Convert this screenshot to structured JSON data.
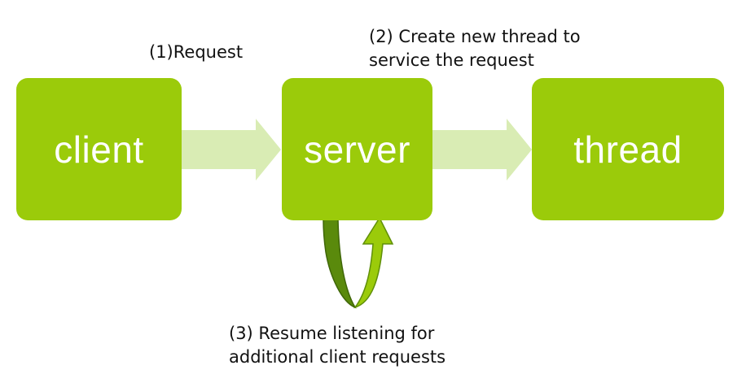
{
  "nodes": {
    "client": "client",
    "server": "server",
    "thread": "thread"
  },
  "labels": {
    "request": "(1)Request",
    "create_line1": "(2) Create new thread to",
    "create_line2": "service the request",
    "resume_line1": "(3) Resume listening for",
    "resume_line2": "additional client requests"
  },
  "colors": {
    "box": "#9bcb0a",
    "box_text": "#ffffff",
    "arrow_light": "#d9ecb4",
    "loop_dark": "#5a8a0c",
    "loop_light": "#9bcb0a",
    "label_text": "#111111"
  }
}
